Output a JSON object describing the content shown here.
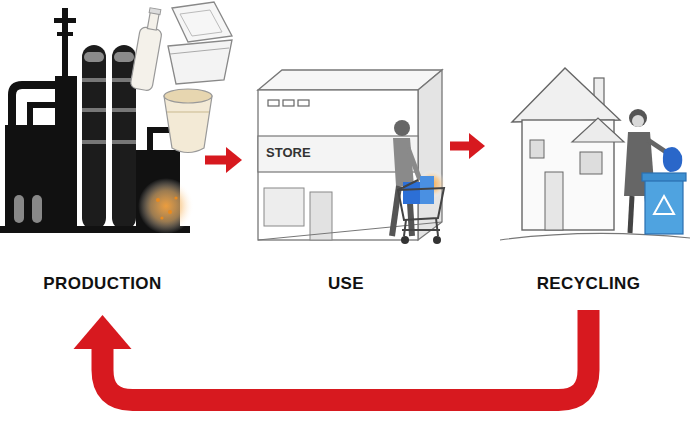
{
  "diagram": {
    "nodes": [
      {
        "text": [
          "PRODUCTION"
        ]
      },
      {
        "text": [
          "USE"
        ]
      },
      {
        "text": [
          "RECYCLING"
        ]
      }
    ],
    "edges": [
      {
        "from": 0,
        "to": 1,
        "arrow": "to"
      },
      {
        "from": 1,
        "to": 2,
        "arrow": "to"
      },
      {
        "from": 2,
        "to": 0,
        "arrow": "to"
      }
    ],
    "labels": [
      "STORE"
    ]
  }
}
